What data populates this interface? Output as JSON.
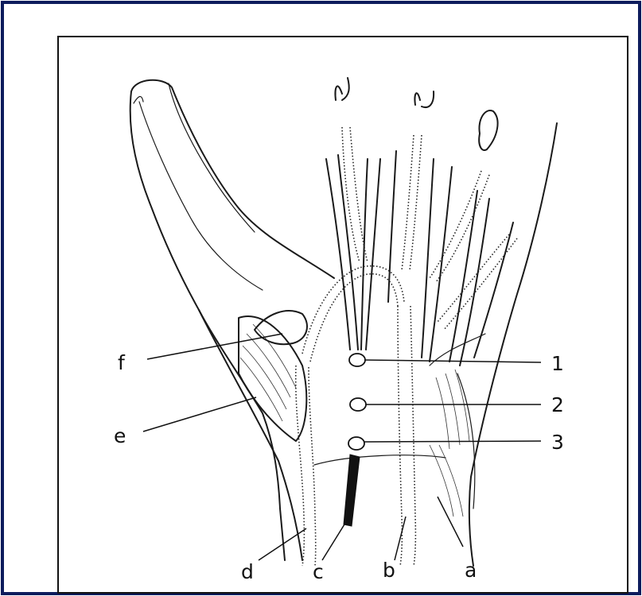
{
  "figure": {
    "left_labels": [
      "f",
      "e"
    ],
    "bottom_labels": [
      "d",
      "c",
      "b",
      "a"
    ],
    "right_labels": [
      "1",
      "2",
      "3"
    ]
  },
  "colors": {
    "outer_border": "#0d1b5c",
    "ink": "#1a1a1a",
    "background": "#ffffff"
  }
}
